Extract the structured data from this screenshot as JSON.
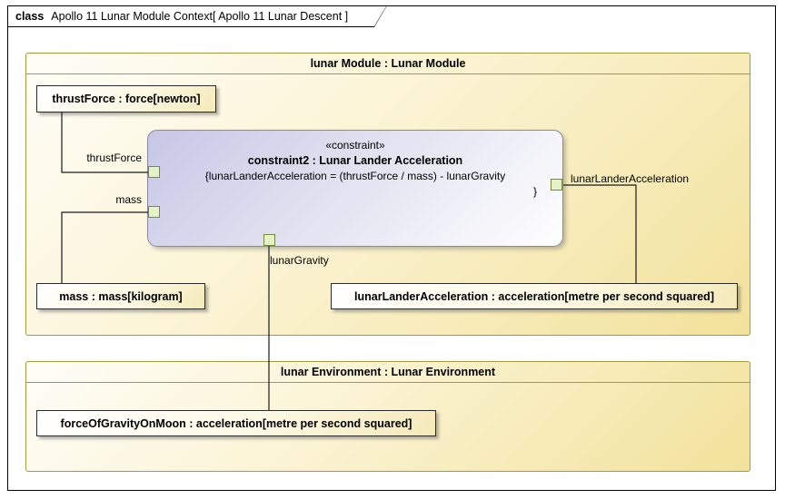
{
  "frame": {
    "tab_keyword": "class",
    "tab_title": "Apollo 11 Lunar Module Context[ Apollo 11 Lunar Descent ]"
  },
  "lunar_module": {
    "title": "lunar Module : Lunar Module",
    "parts": {
      "thrustForce": "thrustForce : force[newton]",
      "mass": "mass : mass[kilogram]",
      "lunarLanderAcceleration": "lunarLanderAcceleration : acceleration[metre per second squared]"
    },
    "constraint": {
      "stereotype": "«constraint»",
      "name": "constraint2 : Lunar Lander Acceleration",
      "equation_line1": "{lunarLanderAcceleration = (thrustForce / mass) - lunarGravity",
      "equation_line2": "}",
      "ports": {
        "thrustForce": "thrustForce",
        "mass": "mass",
        "lunarGravity": "lunarGravity",
        "lunarLanderAcceleration": "lunarLanderAcceleration"
      }
    }
  },
  "lunar_environment": {
    "title": "lunar Environment : Lunar Environment",
    "parts": {
      "forceOfGravityOnMoon": "forceOfGravityOnMoon : acceleration[metre per second squared]"
    }
  },
  "colors": {
    "block_border": "#a89a3c",
    "block_fill_start": "#fffef8",
    "block_fill_end": "#f2e29b",
    "constraint_fill_start": "#c7c7e6",
    "constraint_fill_end": "#ffffff",
    "port_fill": "#e4f3c5",
    "connector": "#1a1a1a"
  }
}
